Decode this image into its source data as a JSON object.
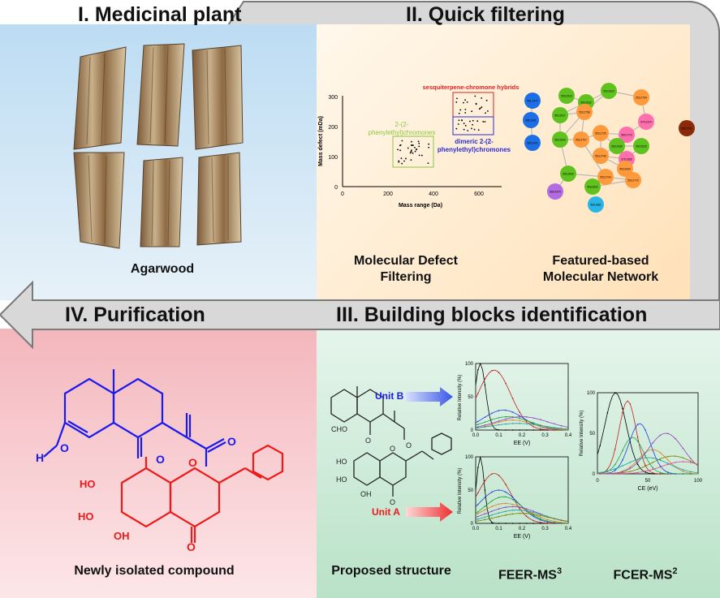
{
  "sections": {
    "s1_title": "I. Medicinal plant",
    "s2_title": "II. Quick filtering",
    "s3_title": "III. Building blocks identification",
    "s4_title": "IV. Purification"
  },
  "labels": {
    "agarwood": "Agarwood",
    "mdf_line1": "Molecular Defect",
    "mdf_line2": "Filtering",
    "fbmn_line1": "Featured-based",
    "fbmn_line2": "Molecular Network",
    "newly": "Newly isolated compound",
    "proposed": "Proposed structure",
    "feer": "FEER-MS",
    "feer_sup": "3",
    "fcer": "FCER-MS",
    "fcer_sup": "2"
  },
  "mdf_plot": {
    "ylabel": "Mass defect (mDa)",
    "xlabel": "Mass range (Da)",
    "yticks": [
      "0",
      "100",
      "200",
      "300"
    ],
    "xticks": [
      "0",
      "200",
      "400",
      "600"
    ],
    "hybrid_label": "sesquiterpene-chromone hybrids",
    "pec_label_1": "2-(2-",
    "pec_label_2": "phenylethyl)chromones",
    "dimer_label_1": "dimeric 2-(2-",
    "dimer_label_2": "phenylethyl)chromones",
    "colors": {
      "hybrid": "#e02020",
      "pec": "#8cc63f",
      "dimer": "#2b2bd6"
    }
  },
  "network_nodes": [
    {
      "label": "581.2477",
      "color": "#1e6fe6"
    },
    {
      "label": "553.2513",
      "color": "#5fc21e"
    },
    {
      "label": "553.2632",
      "color": "#5fc21e"
    },
    {
      "label": "553.2620",
      "color": "#5fc21e"
    },
    {
      "label": "553.2734",
      "color": "#ff9a3c"
    },
    {
      "label": "569.2461",
      "color": "#1e6fe6"
    },
    {
      "label": "553.2617",
      "color": "#5fc21e"
    },
    {
      "label": "553.2758",
      "color": "#ff9a3c"
    },
    {
      "label": "570.2374",
      "color": "#ff6fae"
    },
    {
      "label": "585.2751",
      "color": "#8b2a0a"
    },
    {
      "label": "565.2421",
      "color": "#1e6fe6"
    },
    {
      "label": "553.2620",
      "color": "#5fc21e"
    },
    {
      "label": "553.2707",
      "color": "#ff9a3c"
    },
    {
      "label": "553.2725",
      "color": "#ff9a3c"
    },
    {
      "label": "569.2773",
      "color": "#ff6fae"
    },
    {
      "label": "553.2639",
      "color": "#5fc21e"
    },
    {
      "label": "553.2625",
      "color": "#5fc21e"
    },
    {
      "label": "553.2749",
      "color": "#ff9a3c"
    },
    {
      "label": "579.2586",
      "color": "#ff6fae"
    },
    {
      "label": "553.2644",
      "color": "#ff9a3c"
    },
    {
      "label": "553.2600",
      "color": "#5fc21e"
    },
    {
      "label": "553.2744",
      "color": "#ff9a3c"
    },
    {
      "label": "569.2479",
      "color": "#b26be0"
    },
    {
      "label": "553.2622",
      "color": "#5fc21e"
    },
    {
      "label": "553.2770",
      "color": "#ff9a3c"
    },
    {
      "label": "565.2681",
      "color": "#29b6e6"
    }
  ],
  "structure_labels": {
    "unit_b": "Unit B",
    "unit_a": "Unit A",
    "cho": "CHO",
    "h": "H",
    "o": "O",
    "ho": "HO",
    "oh": "OH"
  },
  "feer_plots": {
    "ylabel": "Relative Intensity (%)",
    "xlabel": "EE (V)",
    "yticks": [
      "0",
      "50",
      "100"
    ],
    "xticks": [
      "0.0",
      "0.1",
      "0.2",
      "0.3",
      "0.4"
    ]
  },
  "fcer_plot": {
    "ylabel": "Relative Intensity (%)",
    "xlabel": "CE (eV)",
    "yticks": [
      "0",
      "50",
      "100"
    ],
    "xticks": [
      "0",
      "50",
      "100"
    ]
  }
}
